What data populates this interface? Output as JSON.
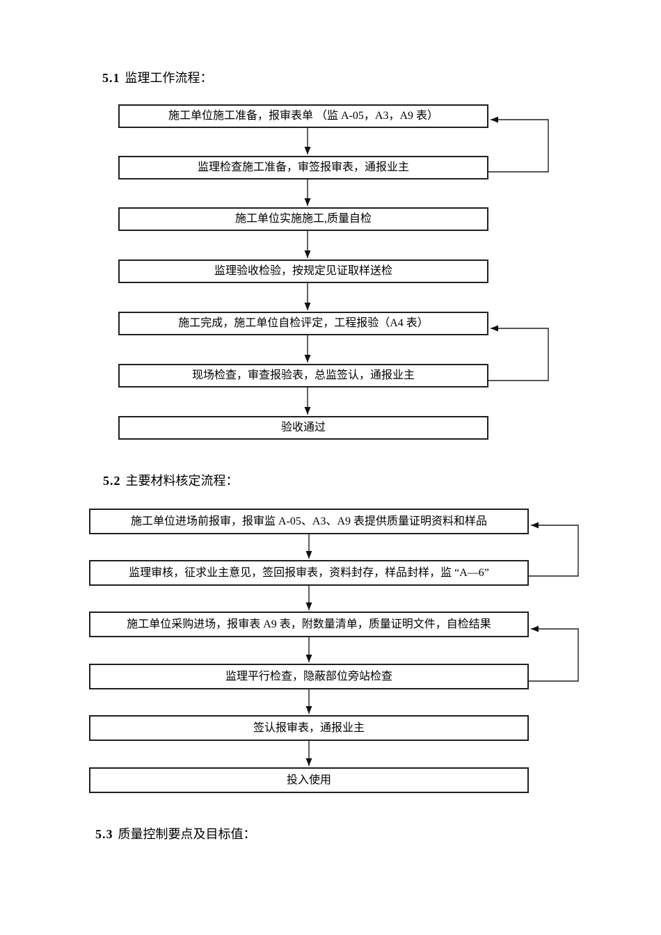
{
  "page": {
    "background": "#ffffff",
    "text_color": "#000000",
    "line_color": "#1f1f1f"
  },
  "sections": [
    {
      "number": "5.1",
      "title": "监理工作流程："
    },
    {
      "number": "5.2",
      "title": "主要材料核定流程："
    },
    {
      "number": "5.3",
      "title": "质量控制要点及目标值："
    }
  ],
  "flow1": {
    "name": "监理工作流程",
    "steps": [
      "施工单位施工准备，报审表单 （监 A-05，A3，A9 表）",
      "监理检查施工准备，审签报审表，通报业主",
      "施工单位实施施工,质量自检",
      "监理验收检验，按规定见证取样送检",
      "施工完成，施工单位自检评定，工程报验（A4 表）",
      "现场检查，审查报验表，总监签认，通报业主",
      "验收通过"
    ],
    "feedback_loops": [
      {
        "from_step": 2,
        "to_step": 1
      },
      {
        "from_step": 6,
        "to_step": 5
      }
    ]
  },
  "flow2": {
    "name": "主要材料核定流程",
    "steps": [
      "施工单位进场前报审，报审监 A-05、A3、A9 表提供质量证明资料和样品",
      "监理审核，征求业主意见，签回报审表，资料封存，样品封样，监 “A—6”",
      "施工单位采购进场，报审表 A9 表，附数量清单，质量证明文件，自检结果",
      "监理平行检查，隐蔽部位旁站检查",
      "签认报审表，通报业主",
      "投入使用"
    ],
    "feedback_loops": [
      {
        "from_step": 2,
        "to_step": 1
      },
      {
        "from_step": 4,
        "to_step": 3
      }
    ]
  }
}
